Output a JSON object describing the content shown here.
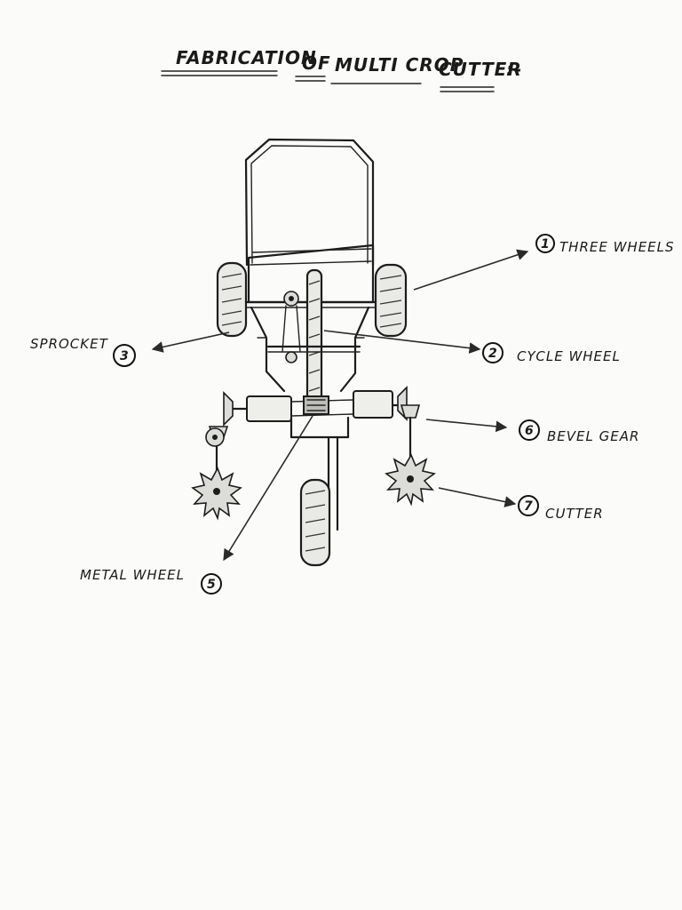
{
  "title": {
    "word1": "FABRICATION",
    "word2": "OF",
    "word3": "MULTI CROP",
    "word4": "CUTTER",
    "suffix": ":-"
  },
  "callouts": [
    {
      "id": "three-wheels",
      "number": "1",
      "text": "THREE WHEELS"
    },
    {
      "id": "cycle-wheel",
      "number": "2",
      "text": "CYCLE WHEEL"
    },
    {
      "id": "sprocket",
      "number": "3",
      "text": "SPROCKET"
    },
    {
      "id": "metal-wheel",
      "number": "5",
      "text": "METAL WHEEL"
    },
    {
      "id": "bevel-gear",
      "number": "6",
      "text": "BEVEL GEAR"
    },
    {
      "id": "cutter",
      "number": "7",
      "text": "CUTTER"
    }
  ]
}
